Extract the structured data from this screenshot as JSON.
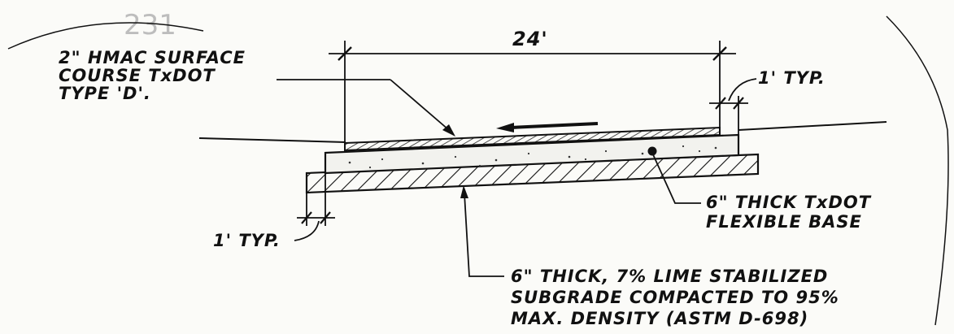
{
  "stamp": "231",
  "dimension_width": "24'",
  "dimension_right_offset": "1' TYP.",
  "dimension_left_offset": "1' TYP.",
  "callout_surface": {
    "line1": "2\" HMAC SURFACE",
    "line2": "COURSE TxDOT",
    "line3": "TYPE 'D'."
  },
  "callout_base": {
    "line1": "6\" THICK TxDOT",
    "line2": "FLEXIBLE BASE"
  },
  "callout_subgrade": {
    "line1": "6\" THICK, 7% LIME STABILIZED",
    "line2": "SUBGRADE COMPACTED TO 95%",
    "line3": "MAX. DENSITY (ASTM D-698)"
  },
  "colors": {
    "ink": "#111111",
    "paper": "#fbfbf8",
    "stamp": "#bdbdbd"
  }
}
